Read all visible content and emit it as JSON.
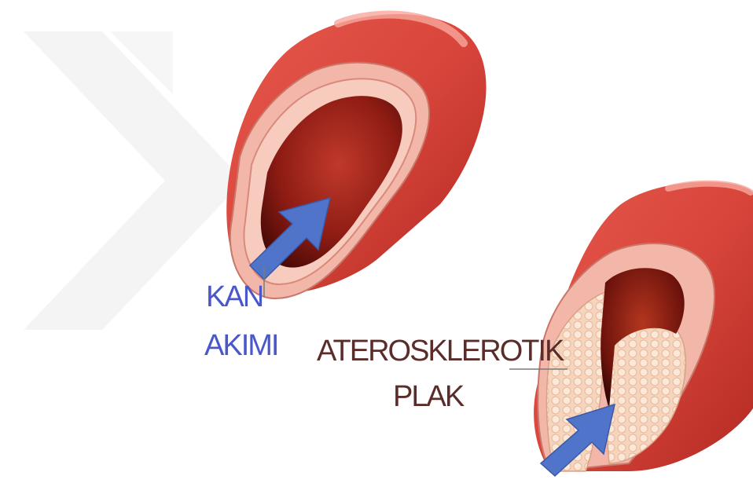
{
  "labels": {
    "blood_flow_line1": "KAN",
    "blood_flow_line2": "AKIMI",
    "plaque_line1": "ATEROSKLEROTIK",
    "plaque_line2": "PLAK"
  },
  "colors": {
    "vessel_outer": "#d8453b",
    "vessel_dark": "#8e1c14",
    "vessel_wall": "#f2b7a8",
    "plaque": "#f7dcc4",
    "arrow": "#4f74c9",
    "label_blue": "#4a57c9",
    "label_dark": "#5a2d2a",
    "watermark": "#f2f2f2"
  },
  "icons": {
    "watermark": "chevron-watermark-icon",
    "flow_arrow_healthy": "blood-flow-arrow-icon",
    "flow_arrow_blocked": "blood-flow-arrow-icon"
  }
}
